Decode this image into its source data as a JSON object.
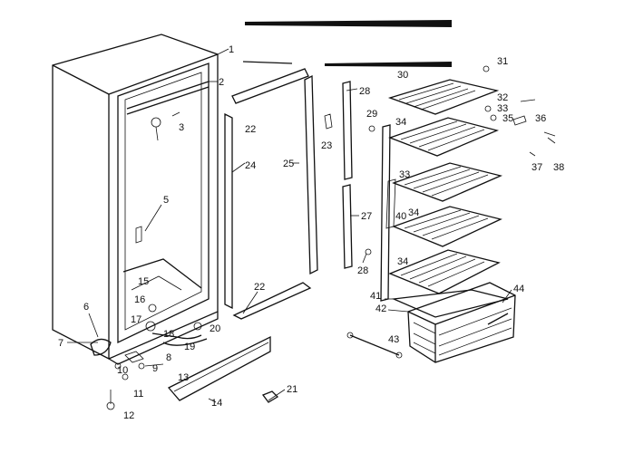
{
  "diagram": {
    "callouts": [
      "1",
      "2",
      "3",
      "5",
      "6",
      "7",
      "8",
      "9",
      "10",
      "11",
      "12",
      "13",
      "14",
      "15",
      "16",
      "17",
      "18",
      "19",
      "20",
      "21",
      "22",
      "22",
      "23",
      "24",
      "25",
      "27",
      "28",
      "28",
      "29",
      "30",
      "31",
      "32",
      "33",
      "34",
      "34",
      "34",
      "34",
      "35",
      "36",
      "37",
      "38",
      "40",
      "41",
      "42",
      "43",
      "44"
    ],
    "colors": {
      "ink": "#111111",
      "paper": "#ffffff"
    }
  }
}
